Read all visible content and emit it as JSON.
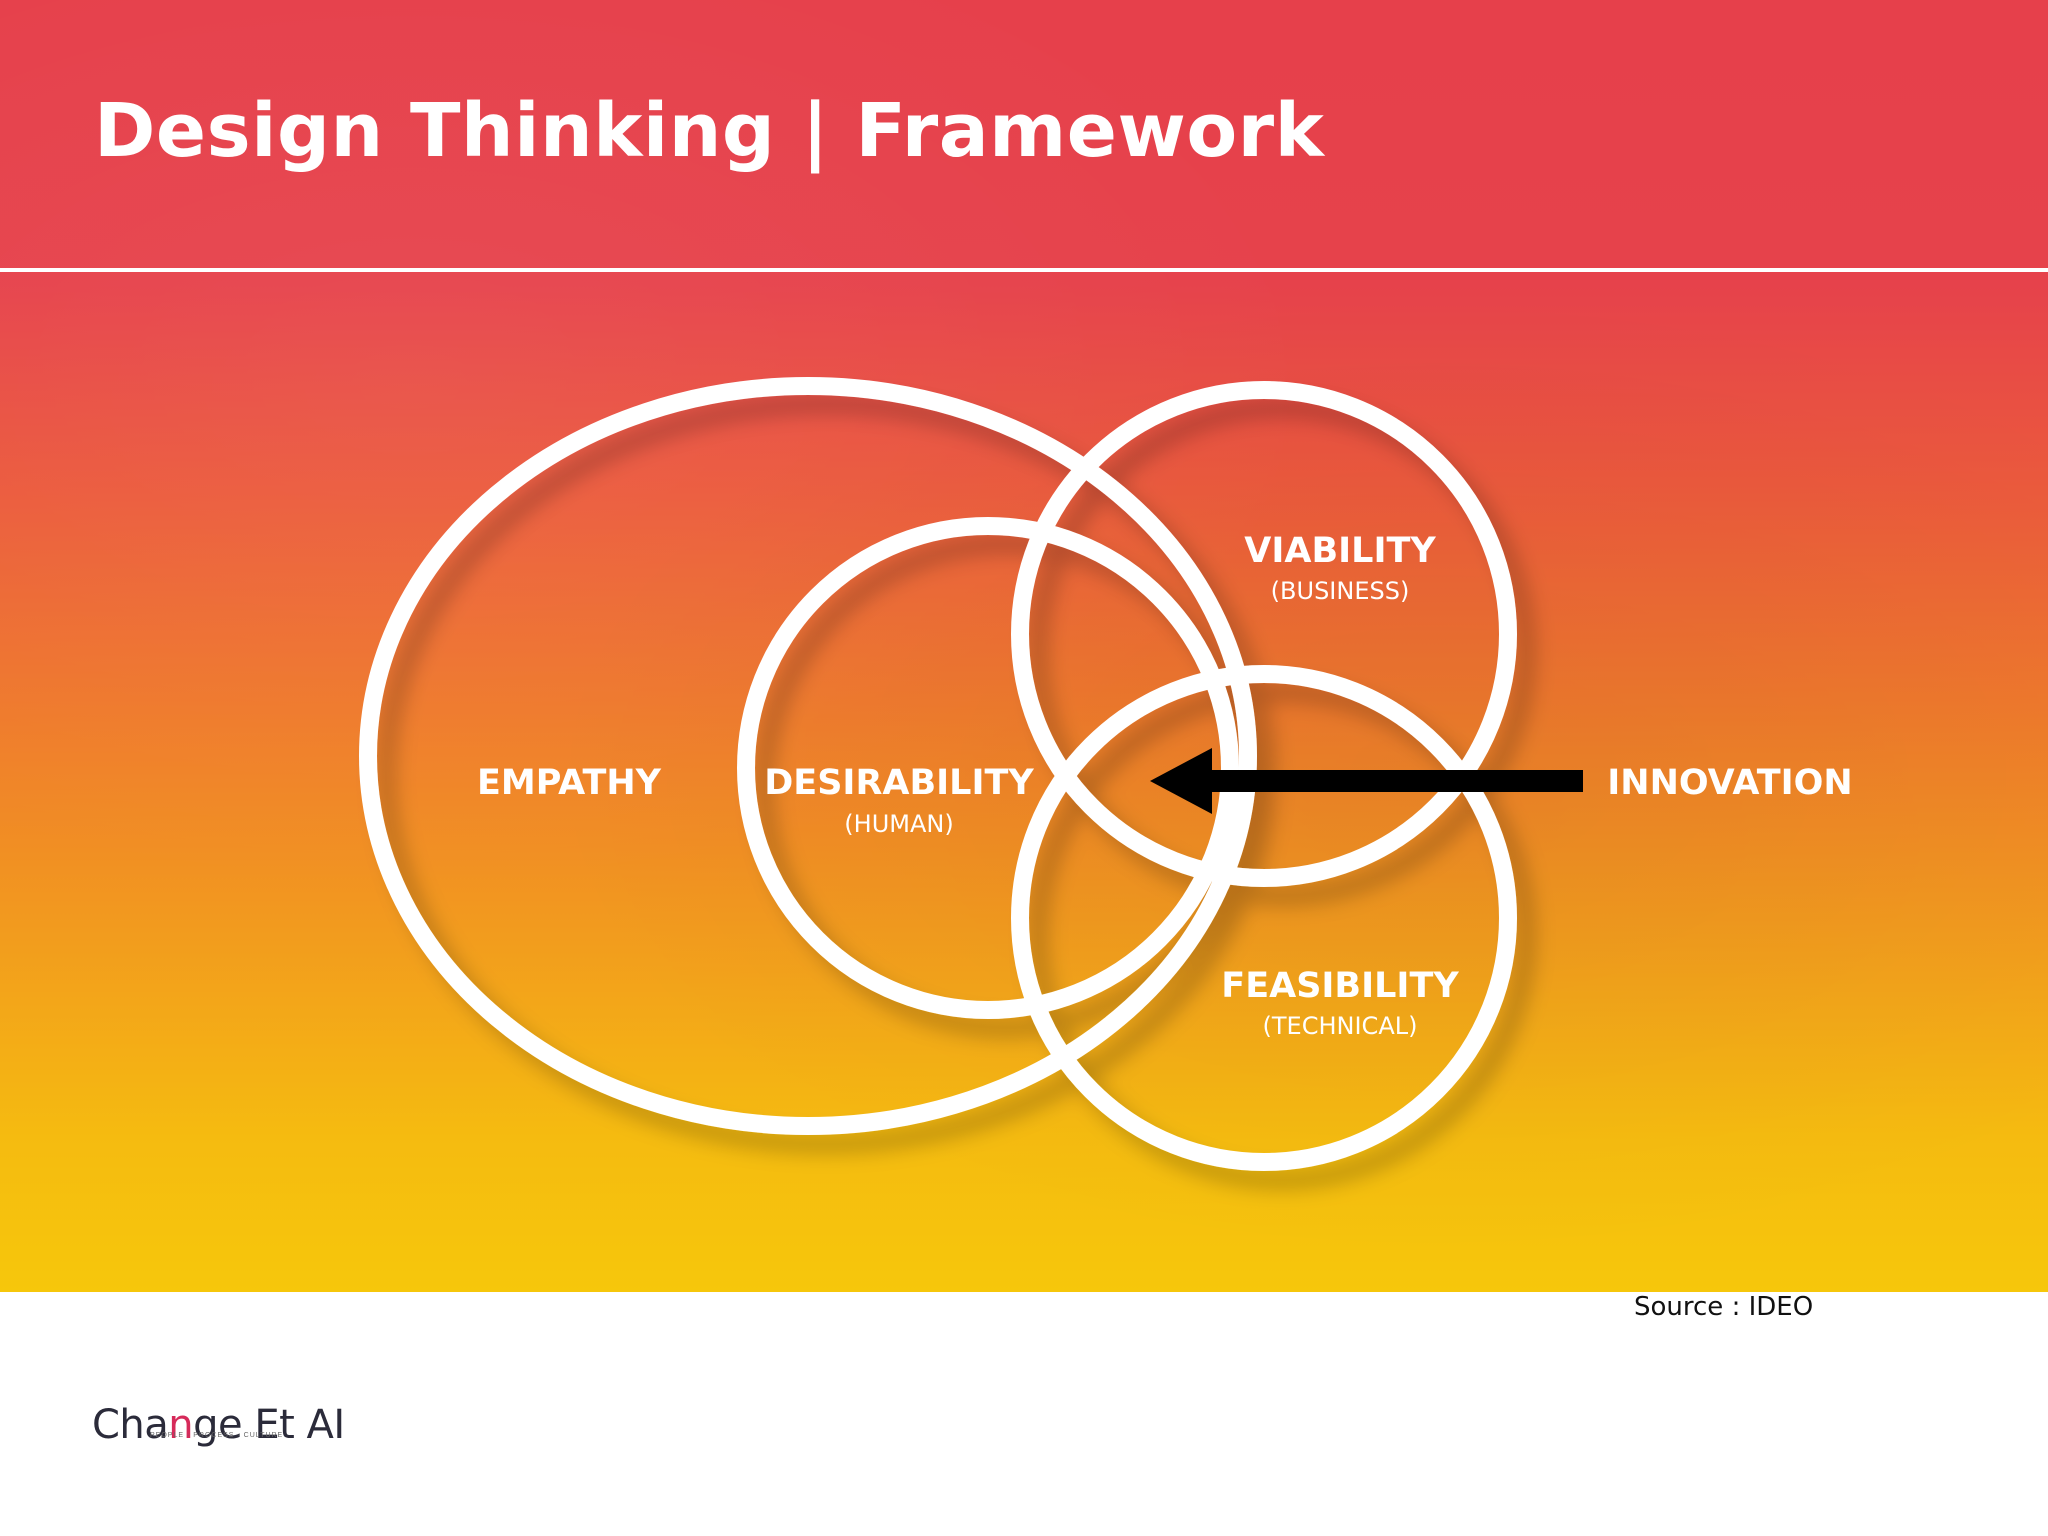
{
  "title": "Design Thinking | Framework",
  "diagram": {
    "circles": [
      {
        "name": "empathy",
        "label": "EMPATHY",
        "sublabel": ""
      },
      {
        "name": "desirability",
        "label": "DESIRABILITY",
        "sublabel": "(HUMAN)"
      },
      {
        "name": "viability",
        "label": "VIABILITY",
        "sublabel": "(BUSINESS)"
      },
      {
        "name": "feasibility",
        "label": "FEASIBILITY",
        "sublabel": "(TECHNICAL)"
      }
    ],
    "arrow_label": "INNOVATION"
  },
  "source": "Source : IDEO",
  "logo": {
    "part1": "Cha",
    "accent": "n",
    "part2": "ge Et AI",
    "tagline": "PEOPLE · PROCESS · CULTURE"
  },
  "colors": {
    "gradient_top": "#e6404b",
    "gradient_bottom": "#f6c70b",
    "ring": "#ffffff",
    "arrow": "#000000"
  }
}
